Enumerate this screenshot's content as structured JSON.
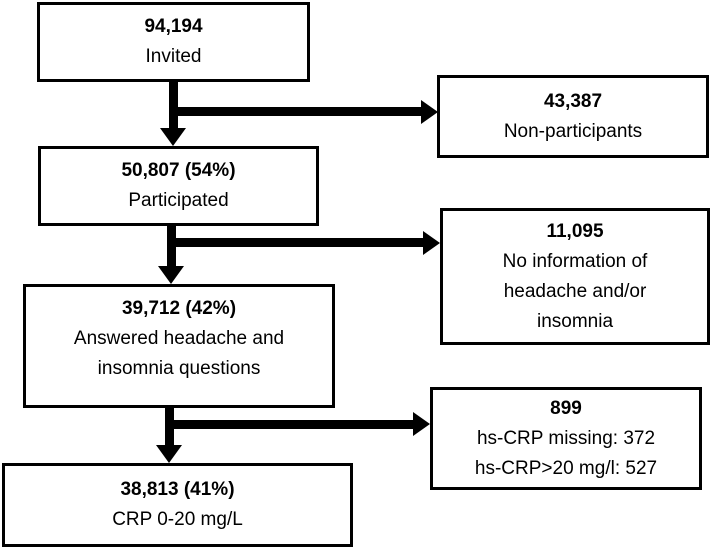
{
  "colors": {
    "border": "#000000",
    "background": "#ffffff",
    "text": "#000000",
    "arrow": "#000000"
  },
  "nodes": {
    "invited": {
      "count": "94,194",
      "lines": [
        "Invited"
      ]
    },
    "non_participants": {
      "count": "43,387",
      "lines": [
        "Non-participants"
      ]
    },
    "participated": {
      "count": "50,807 (54%)",
      "lines": [
        "Participated"
      ]
    },
    "no_information": {
      "count": "11,095",
      "lines": [
        "No information of",
        "headache and/or",
        "insomnia"
      ]
    },
    "answered": {
      "count": "39,712 (42%)",
      "lines": [
        "Answered headache and",
        "insomnia questions"
      ]
    },
    "crp_excluded": {
      "count": "899",
      "lines": [
        "hs-CRP missing: 372",
        "hs-CRP>20 mg/l: 527"
      ]
    },
    "crp_included": {
      "count": "38,813 (41%)",
      "lines": [
        "CRP 0-20 mg/L"
      ]
    }
  }
}
